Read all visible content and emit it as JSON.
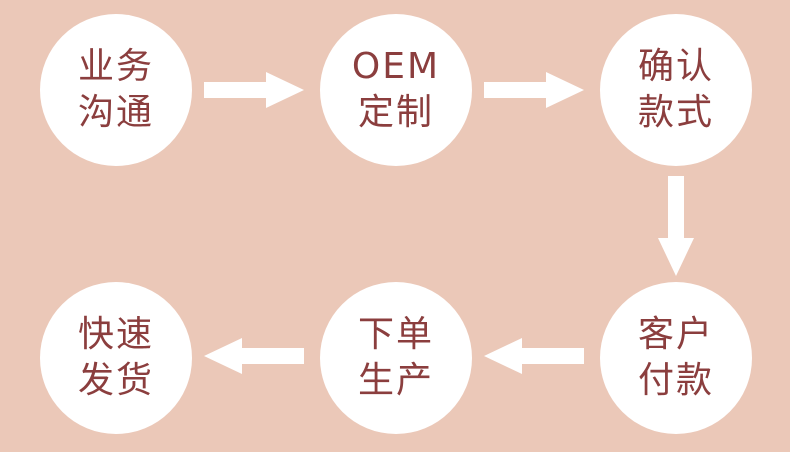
{
  "colors": {
    "background": "#ebc8b8",
    "circle": "#ffffff",
    "text": "#8b3e3e",
    "arrow": "#ffffff"
  },
  "steps": [
    {
      "line1": "业务",
      "line2": "沟通"
    },
    {
      "line1": "OEM",
      "line2": "定制"
    },
    {
      "line1": "确认",
      "line2": "款式"
    },
    {
      "line1": "客户",
      "line2": "付款"
    },
    {
      "line1": "下单",
      "line2": "生产"
    },
    {
      "line1": "快速",
      "line2": "发货"
    }
  ]
}
